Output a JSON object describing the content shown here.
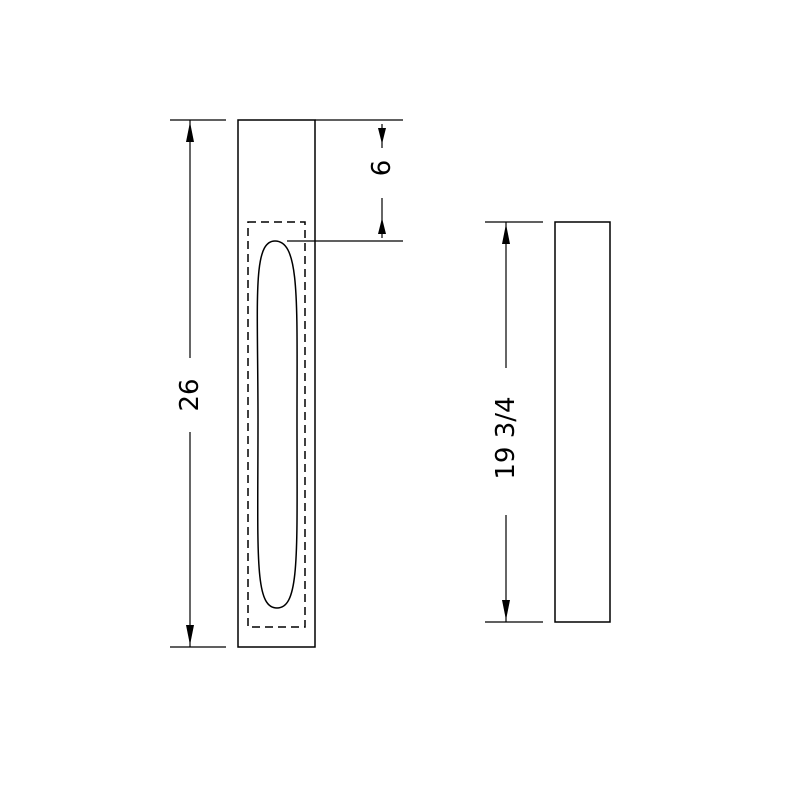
{
  "drawing": {
    "dimensions": {
      "front_height": "26",
      "top_offset": "6",
      "side_height": "19 3/4"
    }
  }
}
